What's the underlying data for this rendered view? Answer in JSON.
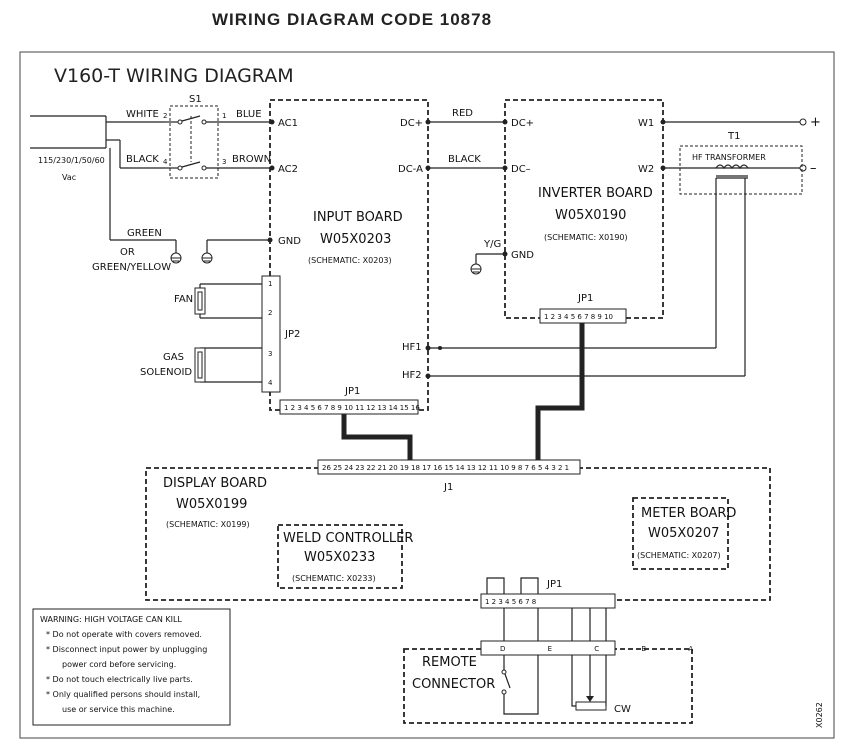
{
  "page_title": "WIRING DIAGRAM CODE 10878",
  "diagram_title": "V160-T WIRING DIAGRAM",
  "supply": {
    "voltage": "115/230/1/50/60",
    "unit": "Vac"
  },
  "wires": {
    "white": "WHITE",
    "black": "BLACK",
    "blue": "BLUE",
    "brown": "BROWN",
    "green": "GREEN",
    "or": "OR",
    "green_yellow": "GREEN/YELLOW",
    "red": "RED",
    "black2": "BLACK",
    "yg": "Y/G"
  },
  "switch": {
    "name": "S1",
    "p1": "1",
    "p2": "2",
    "p3": "3",
    "p4": "4"
  },
  "input_board": {
    "name": "INPUT BOARD",
    "code": "W05X0203",
    "schematic": "(SCHEMATIC: X0203)",
    "ac1": "AC1",
    "ac2": "AC2",
    "gnd": "GND",
    "dcp": "DC+",
    "dca": "DC-A",
    "hf1": "HF1",
    "hf2": "HF2",
    "jp1": "JP1",
    "jp2": "JP2",
    "jp1_pins": "1 2 3 4 5 6 7 8 9 10 11 12 13 14 15 16",
    "jp2_pins": [
      "1",
      "2",
      "3",
      "4"
    ]
  },
  "components": {
    "fan": "FAN",
    "gas": "GAS",
    "solenoid": "SOLENOID"
  },
  "inverter_board": {
    "name": "INVERTER BOARD",
    "code": "W05X0190",
    "schematic": "(SCHEMATIC: X0190)",
    "dcp": "DC+",
    "dcm": "DC–",
    "gnd": "GND",
    "w1": "W1",
    "w2": "W2",
    "jp1": "JP1",
    "jp1_pins": "1 2 3 4 5 6 7 8 9 10"
  },
  "transformer": {
    "name": "T1",
    "label": "HF TRANSFORMER",
    "plus": "+",
    "minus": "–"
  },
  "display_board": {
    "name": "DISPLAY BOARD",
    "code": "W05X0199",
    "schematic": "(SCHEMATIC: X0199)",
    "j1": "J1",
    "j1_pins": "26 25 24 23 22 21 20 19 18 17 16 15 14 13 12 11 10 9 8 7 6 5 4 3 2 1"
  },
  "weld_controller": {
    "name": "WELD CONTROLLER",
    "code": "W05X0233",
    "schematic": "(SCHEMATIC: X0233)"
  },
  "meter_board": {
    "name": "METER BOARD",
    "code": "W05X0207",
    "schematic": "(SCHEMATIC: X0207)"
  },
  "jp1_bottom": {
    "label": "JP1",
    "pins": "1 2 3 4 5 6 7 8",
    "letters": "D E C B A"
  },
  "remote": {
    "line1": "REMOTE",
    "line2": "CONNECTOR",
    "cw": "CW"
  },
  "warning": {
    "title": "WARNING: HIGH VOLTAGE CAN KILL",
    "lines": [
      "* Do not operate with covers removed.",
      "* Disconnect input power by unplugging",
      "power cord before servicing.",
      "* Do not touch electrically live parts.",
      "* Only qualified persons should install,",
      "use or service this machine."
    ]
  },
  "drawing_code": "X0262"
}
